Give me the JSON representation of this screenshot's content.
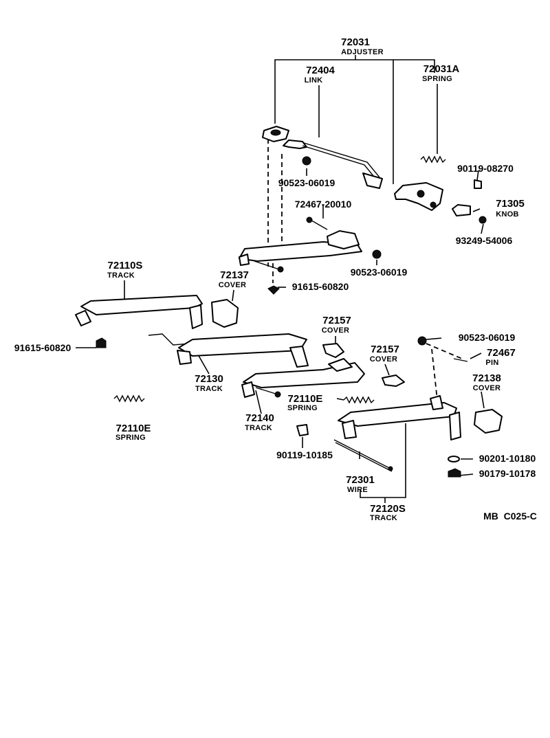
{
  "parts": {
    "p72031": {
      "number": "72031",
      "name": "ADJUSTER"
    },
    "p72404": {
      "number": "72404",
      "name": "LINK"
    },
    "p72031A": {
      "number": "72031A",
      "name": "SPRING"
    },
    "p71305": {
      "number": "71305",
      "name": "KNOB"
    },
    "p72110S": {
      "number": "72110S",
      "name": "TRACK"
    },
    "p72137": {
      "number": "72137",
      "name": "COVER"
    },
    "p72157a": {
      "number": "72157",
      "name": "COVER"
    },
    "p72157b": {
      "number": "72157",
      "name": "COVER"
    },
    "p72467": {
      "number": "72467",
      "name": "PIN"
    },
    "p72138": {
      "number": "72138",
      "name": "COVER"
    },
    "p72130": {
      "number": "72130",
      "name": "TRACK"
    },
    "p72110Ea": {
      "number": "72110E",
      "name": "SPRING"
    },
    "p72140": {
      "number": "72140",
      "name": "TRACK"
    },
    "p72110Eb": {
      "number": "72110E",
      "name": "SPRING"
    },
    "p72301": {
      "number": "72301",
      "name": "WIRE"
    },
    "p72120S": {
      "number": "72120S",
      "name": "TRACK"
    }
  },
  "fasteners": {
    "f9011908270": "90119-08270",
    "f9052306019a": "90523-06019",
    "f7246720010": "72467-20010",
    "f9324954006": "93249-54006",
    "f9052306019b": "90523-06019",
    "f9161560820a": "91615-60820",
    "f9161560820b": "91615-60820",
    "f9052306019c": "90523-06019",
    "f9011910185": "90119-10185",
    "f9020110180": "90201-10180",
    "f9017910178": "90179-10178"
  },
  "diagram_code": "MB  C025-C"
}
